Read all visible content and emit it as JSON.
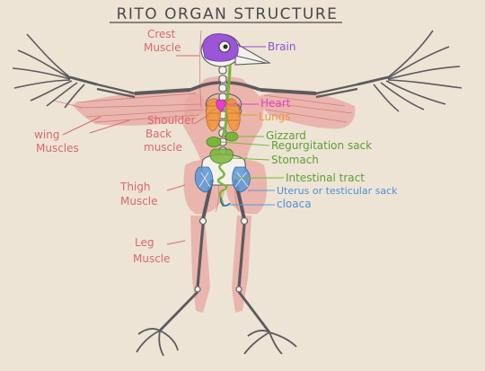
{
  "title": "RITO ORGAN STRUCTURE",
  "colors": {
    "background": "#ede4d5",
    "muscle": "#e8a8a2",
    "muscle_text": "#d9696e",
    "bone": "#f4f1ec",
    "bone_outline": "#5c5a5e",
    "brain": "#9a55d8",
    "brain_text": "#8a4fd6",
    "heart": "#e83fc8",
    "lungs": "#f0963a",
    "digestive": "#79b53a",
    "digestive_text": "#5e9e35",
    "reproductive": "#5a98d8",
    "reproductive_text": "#4e8fd6"
  },
  "labels": {
    "crest_muscle": [
      "Crest",
      "Muscle"
    ],
    "brain": "Brain",
    "heart": "Heart",
    "lungs": "Lungs",
    "shoulder_back_muscle": [
      "Shoulder",
      "Back",
      "muscle"
    ],
    "wing_muscles": [
      "wing",
      "Muscles"
    ],
    "gizzard": "Gizzard",
    "regurgitation_sack": "Regurgitation sack",
    "stomach": "Stomach",
    "intestinal_tract": "Intestinal tract",
    "uterus_testicular": "Uterus or testicular sack",
    "cloaca": "cloaca",
    "thigh_muscle": [
      "Thigh",
      "Muscle"
    ],
    "leg_muscle": [
      "Leg",
      "Muscle"
    ]
  }
}
